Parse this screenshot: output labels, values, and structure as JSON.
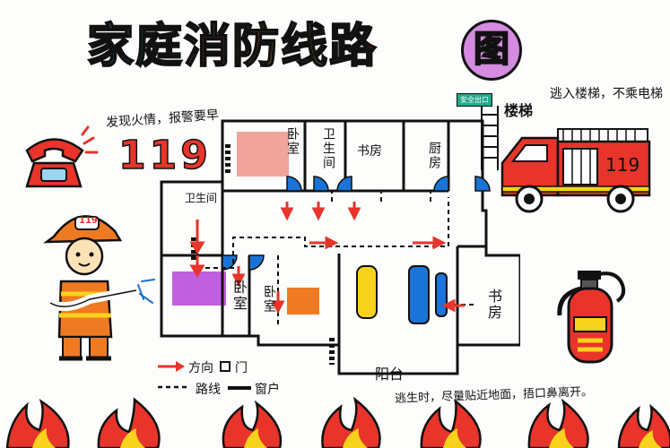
{
  "title": {
    "chars": [
      "家",
      "庭",
      "消",
      "防",
      "线",
      "路",
      "图"
    ],
    "colors": [
      "#1a8fd6",
      "#2bb0a0",
      "#e8432e",
      "#f08c1e",
      "#8ed33a",
      "#e8432e",
      "#c060c0"
    ]
  },
  "notes": {
    "alarm": "发现火情，报警要早",
    "number": "119",
    "stairs_top": "楼梯",
    "stairs_hint": "逃入楼梯，不乘电梯",
    "exit_sign": "安全出口",
    "escape_tip": "逃生时，尽量贴近地面，捂口鼻离开。",
    "truck_number": "119"
  },
  "rooms": {
    "bedroom_top": "卧室",
    "bathroom_top": "卫生间",
    "study_top": "书房",
    "kitchen": "厨房",
    "bathroom_left": "卫生间",
    "bedroom_main": "卧室",
    "bedroom_second": "卧室",
    "study_right": "书房",
    "balcony": "阳台"
  },
  "legend": {
    "arrow_label": "方向",
    "door_label": "门",
    "route_label": "路线",
    "window_label": "窗户"
  },
  "firefighter": {
    "helmet_number": "119"
  },
  "colors": {
    "red": "#e8342a",
    "orange": "#f07a22",
    "blue": "#1a73d6",
    "yellow": "#f8d21c",
    "purple": "#b347d9",
    "salmon": "#f0a49a",
    "teal": "#22a98a"
  }
}
